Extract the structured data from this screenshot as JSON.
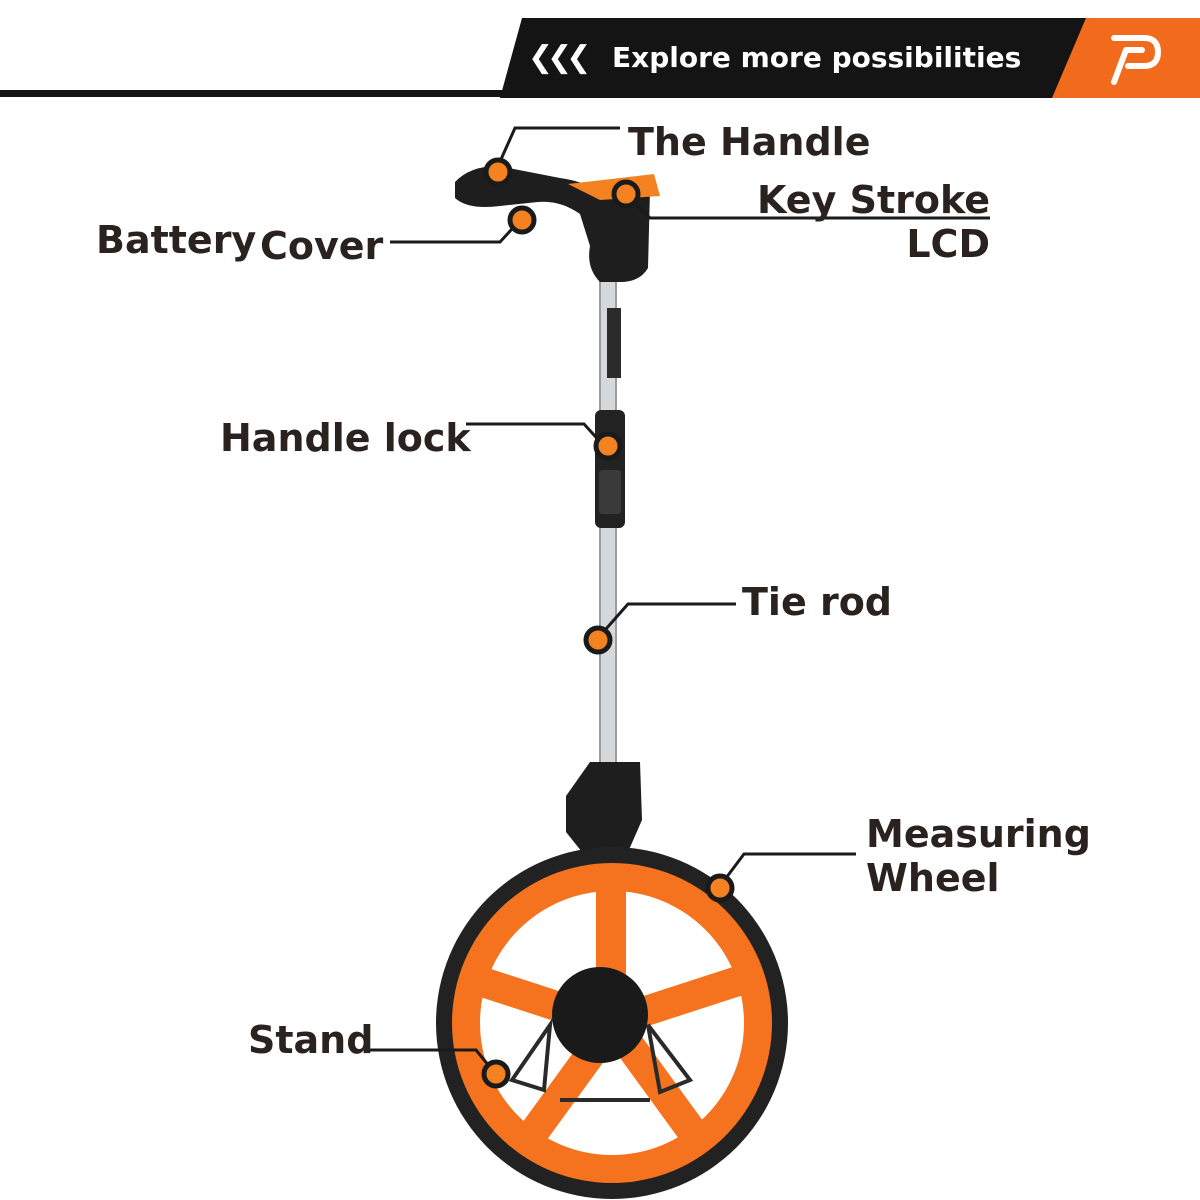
{
  "banner": {
    "text": "Explore more possibilities",
    "chevron_icon": "triple-chevron-left-icon",
    "logo_icon": "brand-p-logo-icon",
    "bg_color": "#141414",
    "accent_color": "#f26b1d"
  },
  "labels": {
    "handle": "The Handle",
    "key_stroke": "Key Stroke",
    "lcd": "LCD",
    "battery": "Battery",
    "cover": "Cover",
    "handle_lock": "Handle lock",
    "tie_rod": "Tie rod",
    "measuring": "Measuring",
    "wheel": "Wheel",
    "stand": "Stand"
  },
  "colors": {
    "marker": "#f58220",
    "wheel_orange": "#f5731f",
    "body_black": "#1e1e1e",
    "rod_silver": "#d6d8da",
    "text": "#2a221f"
  }
}
